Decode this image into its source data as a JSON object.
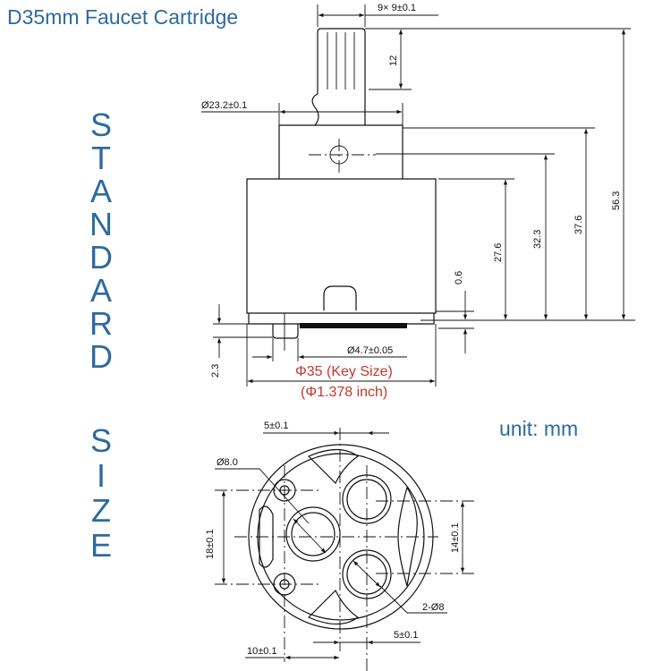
{
  "title": "D35mm Faucet Cartridge",
  "side_label_1": [
    "S",
    "T",
    "A",
    "N",
    "D",
    "A",
    "R",
    "D"
  ],
  "side_label_2": [
    "S",
    "I",
    "Z",
    "E"
  ],
  "unit": "unit: mm",
  "colors": {
    "accent_blue": "#2e6a9e",
    "key_red": "#c0392b"
  },
  "side_view": {
    "spline": "9× 9±0.1",
    "stem_height": "12",
    "neck_diameter": "Ø23.2±0.1",
    "height_total": "56.3",
    "height_2": "37.6",
    "height_3": "32.3",
    "height_4": "27.6",
    "gap": "0.6",
    "pin_height": "2.3",
    "pin_diameter": "Ø4.7±0.05",
    "key_size": "Φ35 (Key Size)",
    "key_size_inch": "(Φ1.378 inch)"
  },
  "bottom_view": {
    "top_offset": "5±0.1",
    "pin_hole": "Ø8.0",
    "left_spacing": "18±0.1",
    "right_spacing": "14±0.1",
    "port_holes": "2-Ø8",
    "bottom_offset": "5±0.1",
    "left_offset": "10±0.1"
  }
}
